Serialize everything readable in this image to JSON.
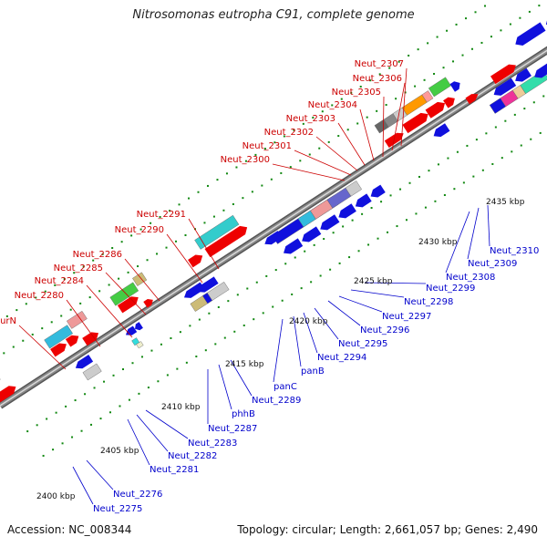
{
  "title": "Nitrosomonas eutropha C91, complete genome",
  "accession": "Accession: NC_008344",
  "topology": "Topology: circular; Length: 2,661,057 bp; Genes: 2,490",
  "colors": {
    "top_labels": "#cc0000",
    "bottom_labels": "#0000cc",
    "forward_arrows": "#ee0000",
    "reverse_arrows": "#1010dd",
    "backbone": "#888888",
    "dots": "#118811"
  },
  "kbp_ticks": [
    "2400 kbp",
    "2405 kbp",
    "2410 kbp",
    "2415 kbp",
    "2420 kbp",
    "2425 kbp",
    "2430 kbp",
    "2435 kbp"
  ],
  "top_genes": [
    "purN",
    "Neut_2280",
    "Neut_2284",
    "Neut_2285",
    "Neut_2286",
    "Neut_2290",
    "Neut_2291",
    "Neut_2300",
    "Neut_2301",
    "Neut_2302",
    "Neut_2303",
    "Neut_2304",
    "Neut_2305",
    "Neut_2306",
    "Neut_2307"
  ],
  "bottom_genes": [
    "Neut_2275",
    "Neut_2276",
    "Neut_2281",
    "Neut_2282",
    "Neut_2283",
    "Neut_2287",
    "phhB",
    "Neut_2289",
    "panC",
    "panB",
    "Neut_2294",
    "Neut_2295",
    "Neut_2296",
    "Neut_2297",
    "Neut_2298",
    "Neut_2299",
    "Neut_2308",
    "Neut_2309",
    "Neut_2310"
  ]
}
